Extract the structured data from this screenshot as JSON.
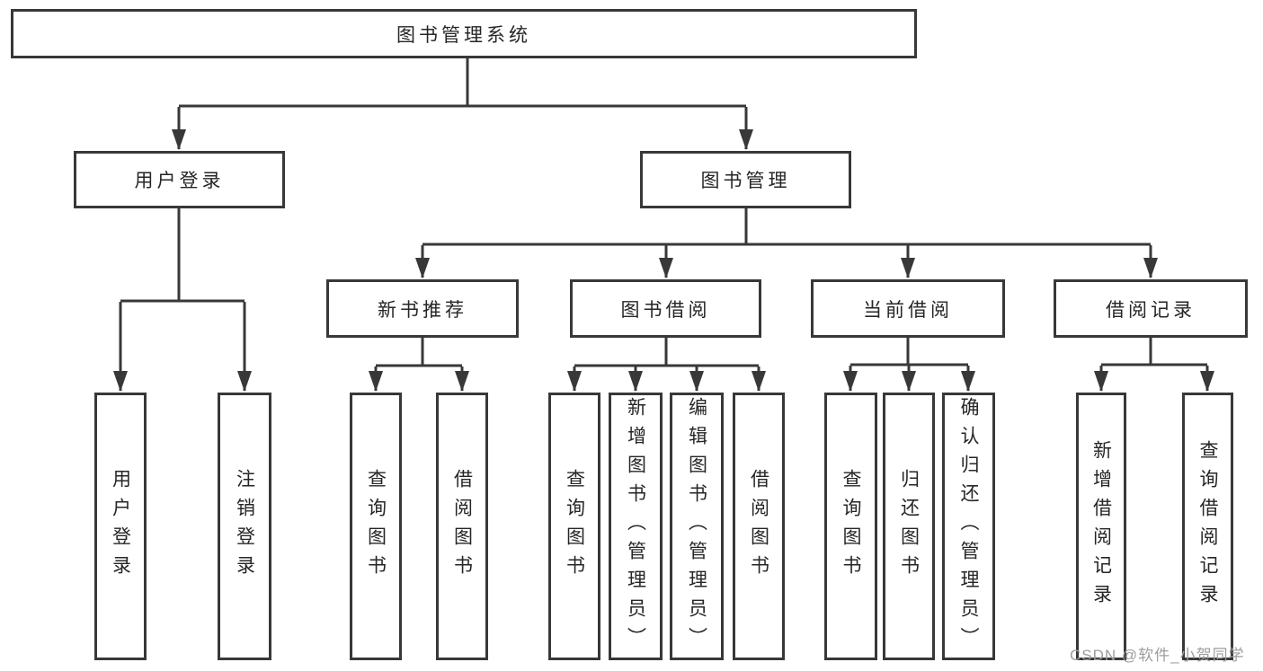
{
  "watermark": "CSDN @软件_小贺同学",
  "colors": {
    "line": "#383838",
    "box_border": "#383838",
    "text": "#262626",
    "watermark": "#9d9d9d",
    "background": "#ffffff"
  },
  "diagram": {
    "root": "图书管理系统",
    "branches": [
      {
        "label": "用户登录",
        "children": [
          {
            "label": "用户登录"
          },
          {
            "label": "注销登录"
          }
        ]
      },
      {
        "label": "图书管理",
        "children": [
          {
            "label": "新书推荐",
            "children": [
              {
                "label": "查询图书"
              },
              {
                "label": "借阅图书"
              }
            ]
          },
          {
            "label": "图书借阅",
            "children": [
              {
                "label": "查询图书"
              },
              {
                "label": "新增图书（管理员）"
              },
              {
                "label": "编辑图书（管理员）"
              },
              {
                "label": "借阅图书"
              }
            ]
          },
          {
            "label": "当前借阅",
            "children": [
              {
                "label": "查询图书"
              },
              {
                "label": "归还图书"
              },
              {
                "label": "确认归还（管理员）"
              }
            ]
          },
          {
            "label": "借阅记录",
            "children": [
              {
                "label": "新增借阅记录"
              },
              {
                "label": "查询借阅记录"
              }
            ]
          }
        ]
      }
    ]
  }
}
